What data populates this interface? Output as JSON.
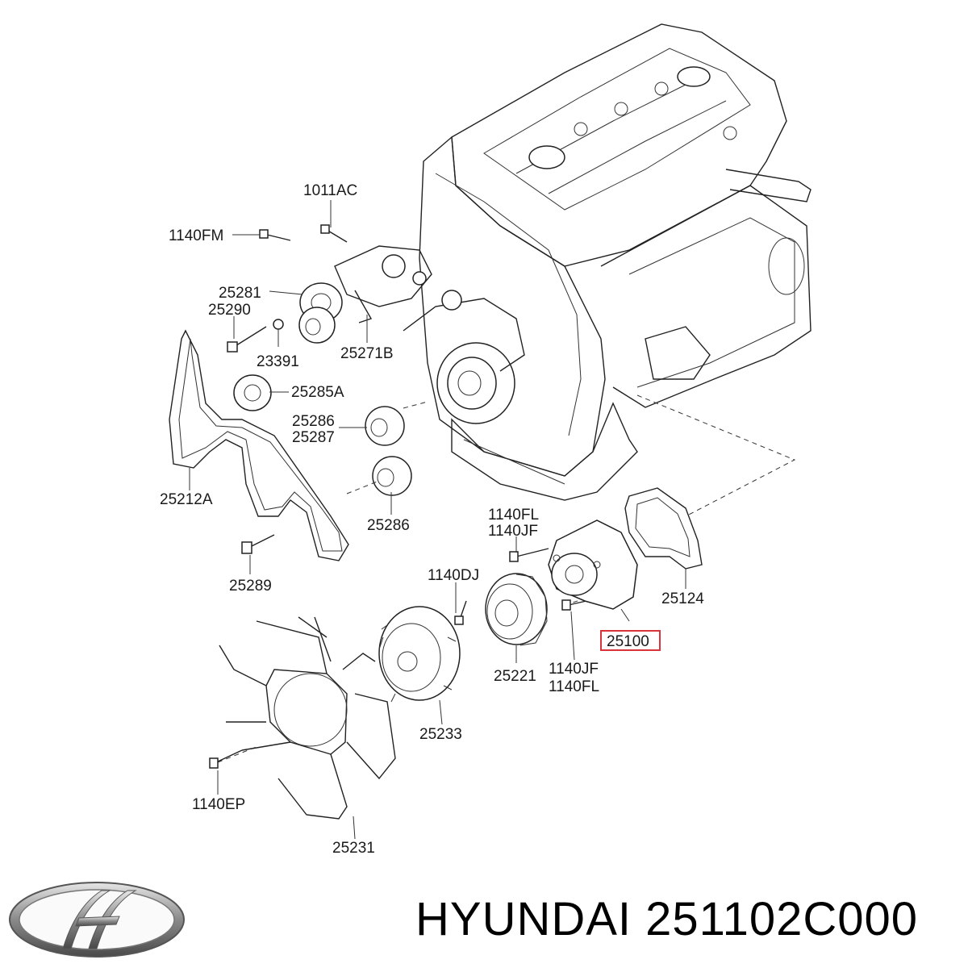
{
  "labels": {
    "l1011AC": "1011AC",
    "l1140FM": "1140FM",
    "l25281": "25281",
    "l25290": "25290",
    "l23391": "23391",
    "l25271B": "25271B",
    "l25285A": "25285A",
    "l25286a": "25286",
    "l25287": "25287",
    "l25212A": "25212A",
    "l25286b": "25286",
    "l1140FL_top": "1140FL",
    "l1140JF_top": "1140JF",
    "l25289": "25289",
    "l1140DJ": "1140DJ",
    "l25124": "25124",
    "l25100": "25100",
    "l25221": "25221",
    "l1140JF_bot": "1140JF",
    "l1140FL_bot": "1140FL",
    "l25233": "25233",
    "l1140EP": "1140EP",
    "l25231": "25231"
  },
  "highlight": {
    "part": "25100",
    "color": "#d9343a"
  },
  "footer": {
    "brand_text": "HYUNDAI 251102C000",
    "logo": "hyundai-logo"
  }
}
